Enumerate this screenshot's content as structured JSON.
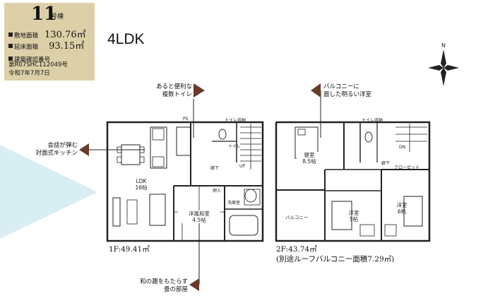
{
  "info": {
    "lot_number": "11",
    "lot_suffix": "号棟",
    "land_area_label": "敷地面積",
    "land_area_value": "130.76㎡",
    "floor_area_label": "延床面積",
    "floor_area_value": "93.15㎡",
    "cert_label": "建築確認番号",
    "cert_number": "第R07SHC112049号",
    "cert_date": "令和7年7月7日"
  },
  "layout_type": "4LDK",
  "compass_label": "N",
  "callouts": {
    "toilets": [
      "あると便利な",
      "複数トイレ"
    ],
    "kitchen": [
      "会話が弾む",
      "対面式キッチン"
    ],
    "balcony": [
      "バルコニーに",
      "面した明るい洋室"
    ],
    "washitsu": [
      "和の趣をもたらす",
      "畳の部屋"
    ]
  },
  "floor1": {
    "label": "1F:49.41㎡",
    "rooms": {
      "ldk": [
        "LDK",
        "16帖"
      ],
      "washitsu": [
        "洋風和室",
        "4.5帖"
      ],
      "toilet_storage": "トイレ収納",
      "ps": "PS",
      "corridor": "廊下",
      "closet": "押入",
      "toilet": "トイレ",
      "washroom": "洗面室",
      "up": "UP"
    }
  },
  "floor2": {
    "label": "2F:43.74㎡",
    "roof_balcony": "(別途ルーフバルコニー面積7.29㎡)",
    "rooms": {
      "bedroom": [
        "寝室",
        "8.5帖"
      ],
      "western5": [
        "洋室",
        "5帖"
      ],
      "western6": [
        "洋室",
        "6帖"
      ],
      "balcony": "バルコニー",
      "closet": "クローゼット",
      "toilet_storage": "トイレ収納",
      "corridor": "廊下",
      "dn": "DN"
    }
  },
  "colors": {
    "info_bg": "#ddd0a8",
    "marker": "#6b3a2a",
    "arrow_bg": "#d9eef2",
    "wall": "#222222"
  }
}
